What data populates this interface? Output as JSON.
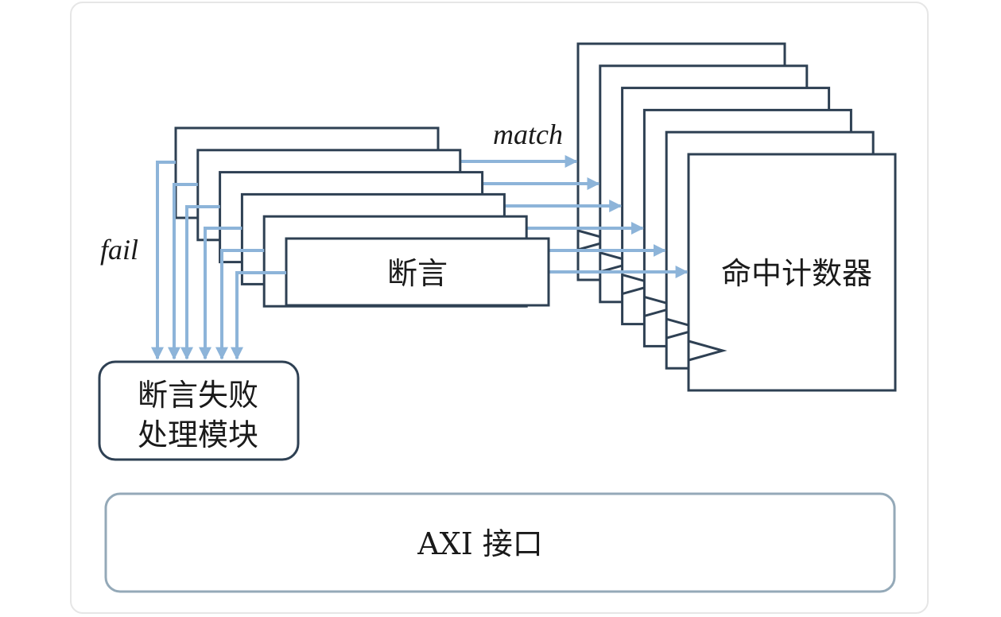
{
  "diagram": {
    "assertion_label": "断言",
    "assertion_count": 6,
    "counter_label": "命中计数器",
    "counter_count": 6,
    "match_label": "match",
    "fail_label": "fail",
    "fail_handler_line1": "断言失败",
    "fail_handler_line2": "处理模块",
    "axi_label": "AXI 接口"
  },
  "colors": {
    "box_stroke": "#2e4053",
    "arrow": "#8db4d9",
    "axi_stroke": "#94a9b8",
    "frame": "#e6e6e6"
  }
}
